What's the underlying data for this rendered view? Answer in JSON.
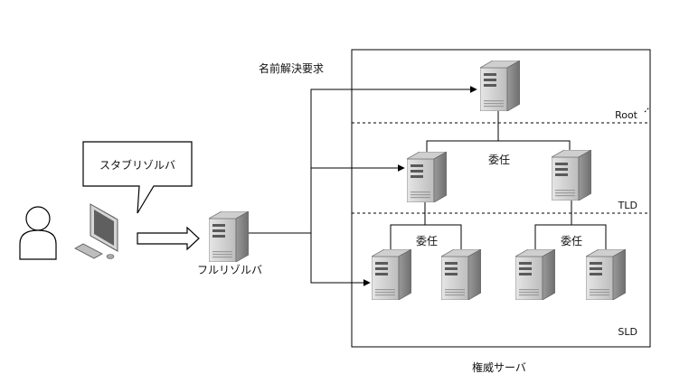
{
  "labels": {
    "request": "名前解決要求",
    "stub_resolver": "スタブリゾルバ",
    "full_resolver": "フルリゾルバ",
    "delegation_1": "委任",
    "delegation_2": "委任",
    "delegation_3": "委任",
    "root": "Root",
    "tld": "TLD",
    "sld": "SLD",
    "authoritative": "権威サーバ"
  },
  "icons": {
    "user": "person-icon",
    "client": "desktop-computer-icon",
    "server": "server-tower-icon"
  },
  "colors": {
    "line": "#000000",
    "server_light": "#d9d9d9",
    "server_dark": "#8c8c8c"
  }
}
